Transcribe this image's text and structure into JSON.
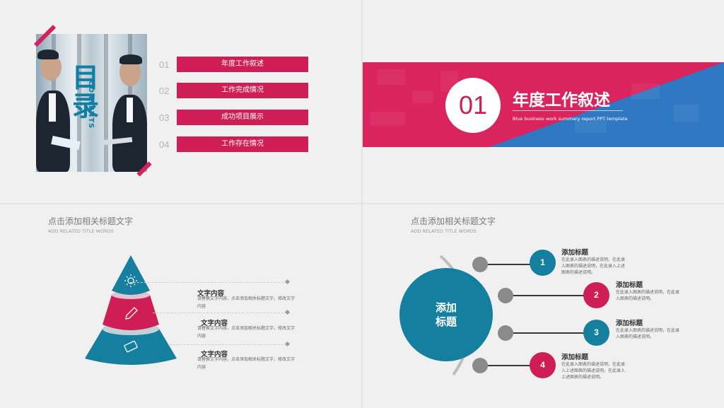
{
  "slide1": {
    "photo_title": "目录",
    "photo_subtitle": "CONTENTS",
    "toc": [
      {
        "num": "01",
        "label": "年度工作叙述"
      },
      {
        "num": "02",
        "label": "工作完成情况"
      },
      {
        "num": "03",
        "label": "成功项目展示"
      },
      {
        "num": "04",
        "label": "工作存在情况"
      }
    ]
  },
  "slide2": {
    "number": "01",
    "title": "年度工作叙述",
    "subtitle": "Blue business work summary report PPT template"
  },
  "slide3": {
    "title": "点击添加相关标题文字",
    "subtitle": "ADD RELATED TITLE WORDS",
    "icons": [
      "sun-icon",
      "pen-icon",
      "card-icon"
    ],
    "items": [
      {
        "heading": "文字内容",
        "text": "请替换文字内容，点击添加相关标题文字，修改文字内容"
      },
      {
        "heading": "文字内容",
        "text": "请替换文字内容，点击添加相关标题文字，修改文字内容"
      },
      {
        "heading": "文字内容",
        "text": "请替换文字内容，点击添加相关标题文字，修改文字内容"
      }
    ],
    "colors": {
      "blue": "#147f9e",
      "pink": "#cf1d55"
    }
  },
  "slide4": {
    "title": "点击添加相关标题文字",
    "subtitle": "ADD RELATED TITLE WORDS",
    "center_label": "添加\n标题",
    "items": [
      {
        "num": "1",
        "heading": "添加标题",
        "text": "在此录入图表的描述说明，在此录入图表的描述说明，在此录入上述图表的描述说明。",
        "color": "#147f9e"
      },
      {
        "num": "2",
        "heading": "添加标题",
        "text": "在此录入图表的描述说明，在此录入图表的描述说明。",
        "color": "#cf1d55"
      },
      {
        "num": "3",
        "heading": "添加标题",
        "text": "在此录入图表的描述说明，在此录入图表的描述说明。",
        "color": "#147f9e"
      },
      {
        "num": "4",
        "heading": "添加标题",
        "text": "在此录入图表的描述说明，在此录入上述图表的描述说明，在此录入上述图表的描述说明。",
        "color": "#cf1d55"
      }
    ]
  }
}
